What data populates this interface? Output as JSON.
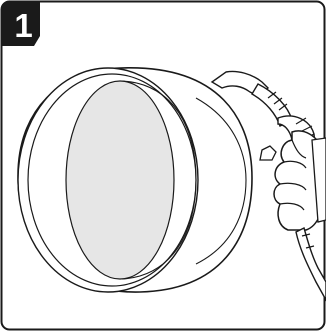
{
  "step": {
    "number": "1"
  },
  "colors": {
    "badge": "#1a1a1a",
    "outline": "#1a1a1a",
    "disc_fill": "#e6e6e6",
    "background": "#ffffff"
  },
  "illustration": {
    "subject": "steel-ring-end-cap",
    "tool": "mig-welding-torch",
    "hand": "gloved-hand"
  }
}
